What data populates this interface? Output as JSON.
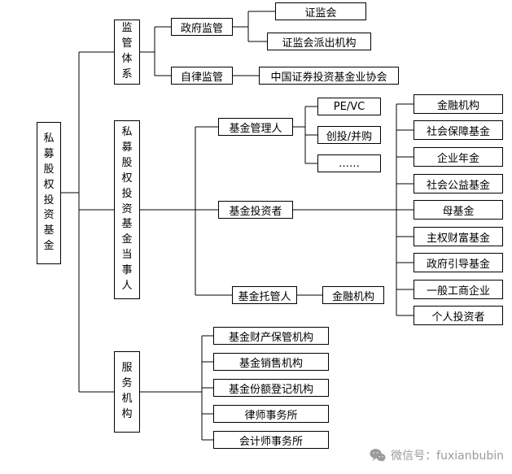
{
  "root_label": "私募股权投资基金",
  "regulation": {
    "group_label": "监管体系",
    "government": "政府监管",
    "government_children": [
      "证监会",
      "证监会派出机构"
    ],
    "self_discipline": "自律监管",
    "self_discipline_children": [
      "中国证券投资基金业协会"
    ]
  },
  "parties": {
    "group_label": "私募股权投资基金当事人",
    "manager": "基金管理人",
    "manager_types": [
      "PE/VC",
      "创投/并购",
      "……"
    ],
    "investor": "基金投资者",
    "investor_types": [
      "金融机构",
      "社会保障基金",
      "企业年金",
      "社会公益基金",
      "母基金",
      "主权财富基金",
      "政府引导基金",
      "一般工商企业",
      "个人投资者"
    ],
    "custodian": "基金托管人",
    "custodian_types": [
      "金融机构"
    ]
  },
  "services": {
    "group_label": "服务机构",
    "items": [
      "基金财产保管机构",
      "基金销售机构",
      "基金份额登记机构",
      "律师事务所",
      "会计师事务所"
    ]
  },
  "footer": {
    "wechat_label": "微信号：fuxianbubin"
  },
  "colors": {
    "line": "#000000",
    "box_border": "#000000",
    "box_bg": "#ffffff",
    "footer_text": "#9b9b9b"
  }
}
